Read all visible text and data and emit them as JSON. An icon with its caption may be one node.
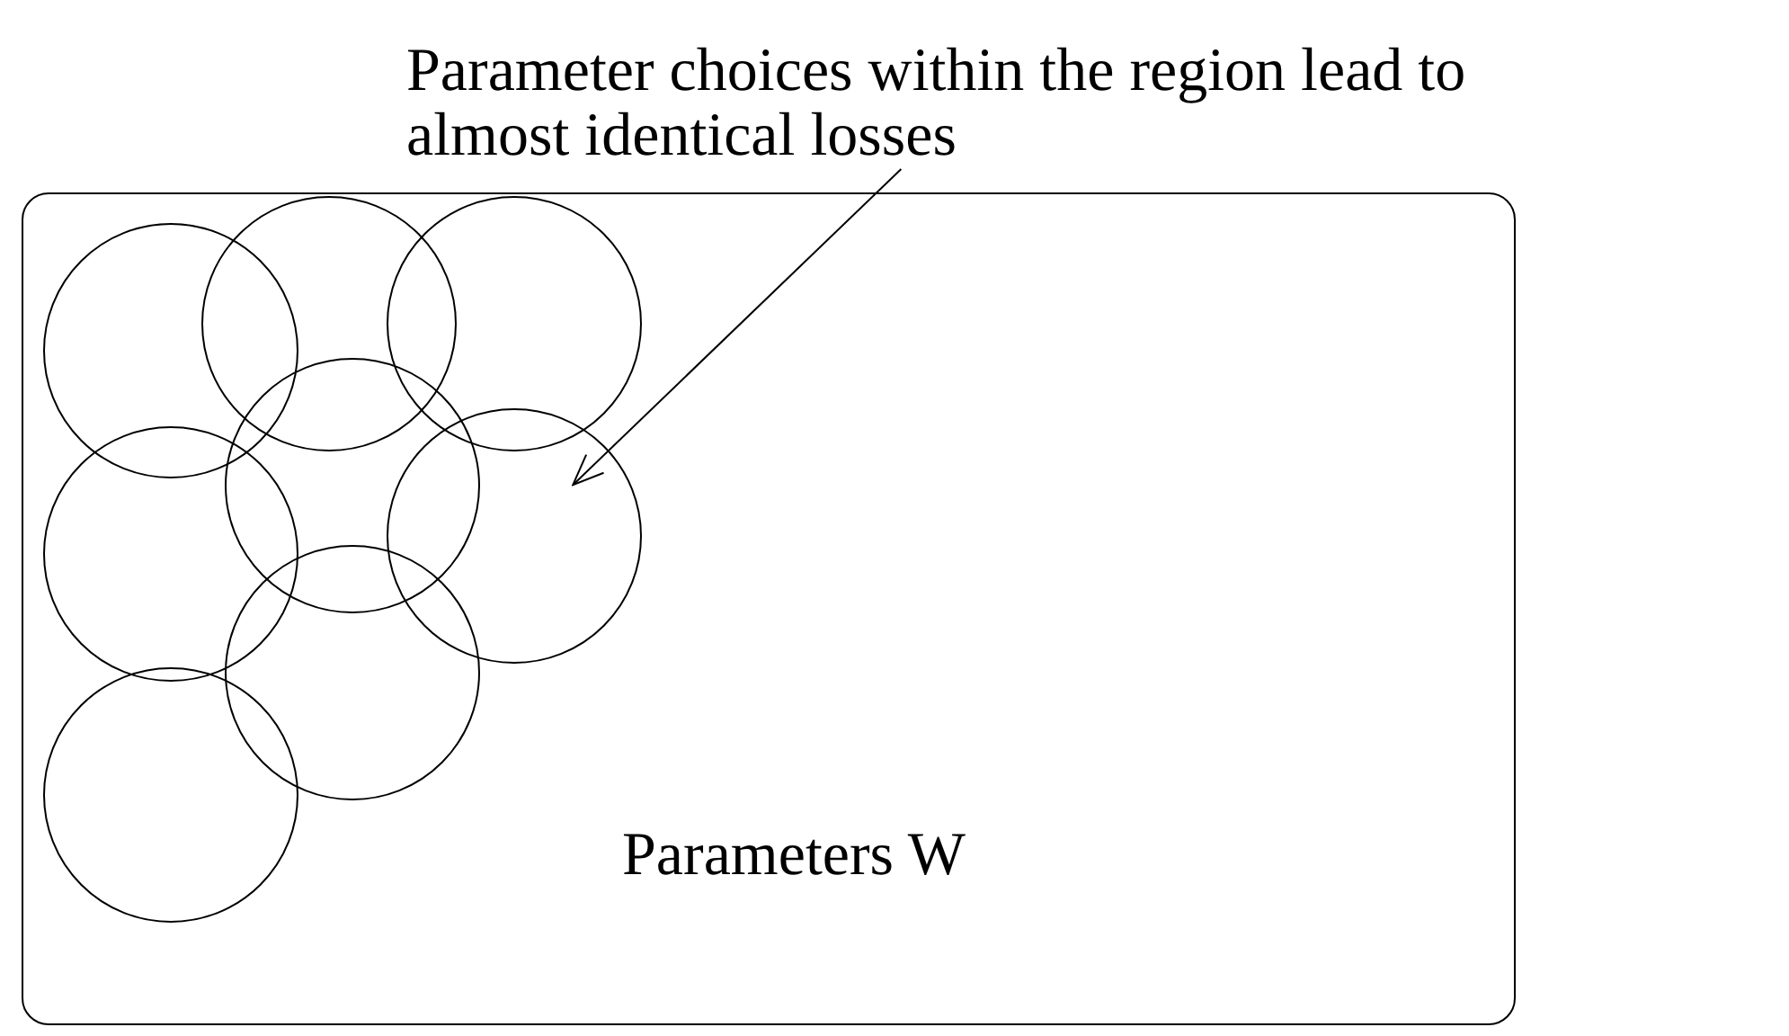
{
  "diagram": {
    "nodes": [
      {
        "text": [
          "Parameters W"
        ]
      },
      {
        "text": [],
        "shape": "circle",
        "in": 0
      },
      {
        "text": [],
        "shape": "circle",
        "in": 0
      },
      {
        "text": [],
        "shape": "circle",
        "in": 0
      },
      {
        "text": [],
        "shape": "circle",
        "in": 0
      },
      {
        "text": [],
        "shape": "circle",
        "in": 0
      },
      {
        "text": [],
        "shape": "circle",
        "in": 0
      },
      {
        "text": [],
        "shape": "circle",
        "in": 0
      },
      {
        "text": [],
        "shape": "circle",
        "in": 0
      },
      {
        "text": [
          "Parameter choices within the region lead to almost identical losses"
        ]
      }
    ],
    "edges": [
      {
        "from": 9,
        "to": 6,
        "arrow": "to"
      }
    ]
  }
}
